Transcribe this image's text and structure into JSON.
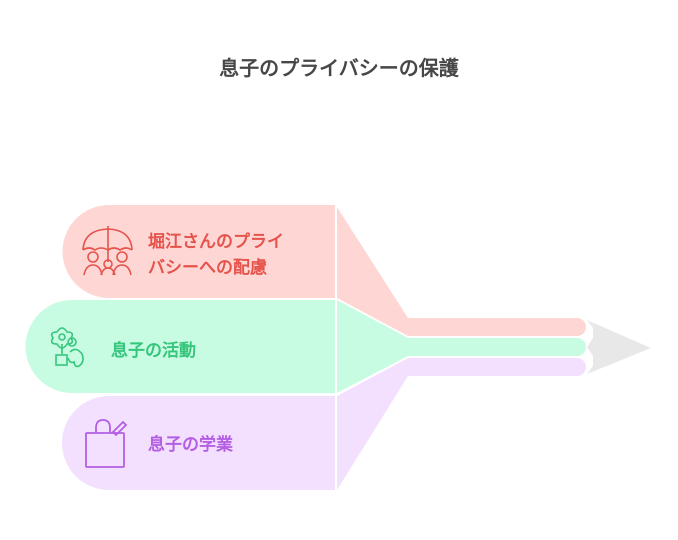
{
  "title": "息子のプライバシーの保護",
  "items": [
    {
      "label_line1": "堀江さんのプライ",
      "label_line2": "バシーへの配慮",
      "icon": "umbrella-family-icon",
      "fill": "#fed7d5",
      "text_color": "#e5534b"
    },
    {
      "label": "息子の活動",
      "icon": "flower-child-icon",
      "fill": "#c7fce2",
      "text_color": "#36c57c"
    },
    {
      "label": "息子の学業",
      "icon": "school-bag-icon",
      "fill": "#f3e0fe",
      "text_color": "#b45ee3"
    }
  ],
  "colors": {
    "tip": "#e8e8e8"
  }
}
